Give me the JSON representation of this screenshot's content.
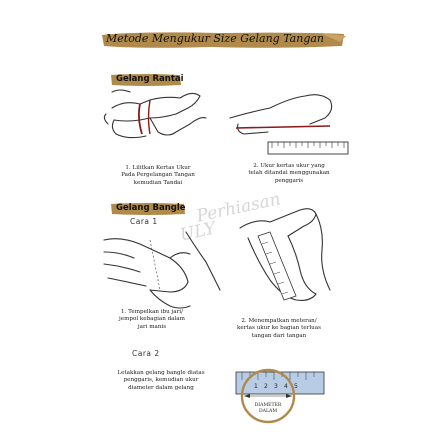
{
  "title": "Metode Mengukur Size Gelang Tangan",
  "sections": {
    "rantai": {
      "label": "Gelang Rantai",
      "step1": [
        "1. Lilitkan Kertas Ukur",
        "Pada Pergelangan Tangan",
        "kemudian Tandai"
      ],
      "step2": [
        "2. Ukur kertas ukur yang",
        "telah ditandai menggunakan",
        "penggaris"
      ]
    },
    "bangle": {
      "label": "Gelang Bangle",
      "cara1": "Cara 1",
      "step1": [
        "1. Tempelkan ibu jari/",
        "jempol kebagian dalam",
        "jari manis"
      ],
      "step2": [
        "2. Menempatkan meteran/",
        "kertas ukur ke bagian terluas",
        "tangan dari tangan"
      ],
      "cara2": "Cara 2",
      "step3": [
        "Letakkan gelang bangle diatas",
        "penggaris, kemudian ukur",
        "diameter dalam gelang"
      ],
      "diameter_label": [
        "DIAMETER",
        "DALAM"
      ],
      "ruler_numbers": [
        "1",
        "2",
        "3",
        "4",
        "5"
      ]
    }
  },
  "watermark": [
    "Perhiasan",
    "ULY"
  ],
  "colors": {
    "brush": "#b08a4a",
    "band": "#8b1a1a"
  }
}
